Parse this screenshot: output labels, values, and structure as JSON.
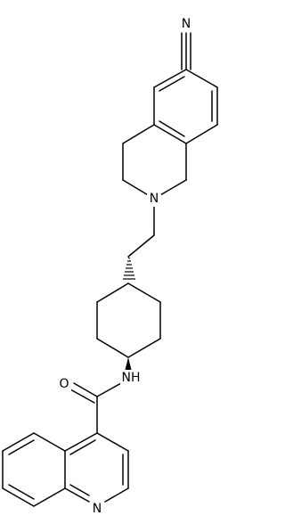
{
  "molecule": {
    "atoms": {
      "n_nitrile": "N",
      "n_ring": "N",
      "o_carbonyl": "O",
      "nh_amide": "NH",
      "n_quinoline": "N"
    }
  },
  "colors": {
    "bond": "#000000",
    "background": "#ffffff"
  }
}
